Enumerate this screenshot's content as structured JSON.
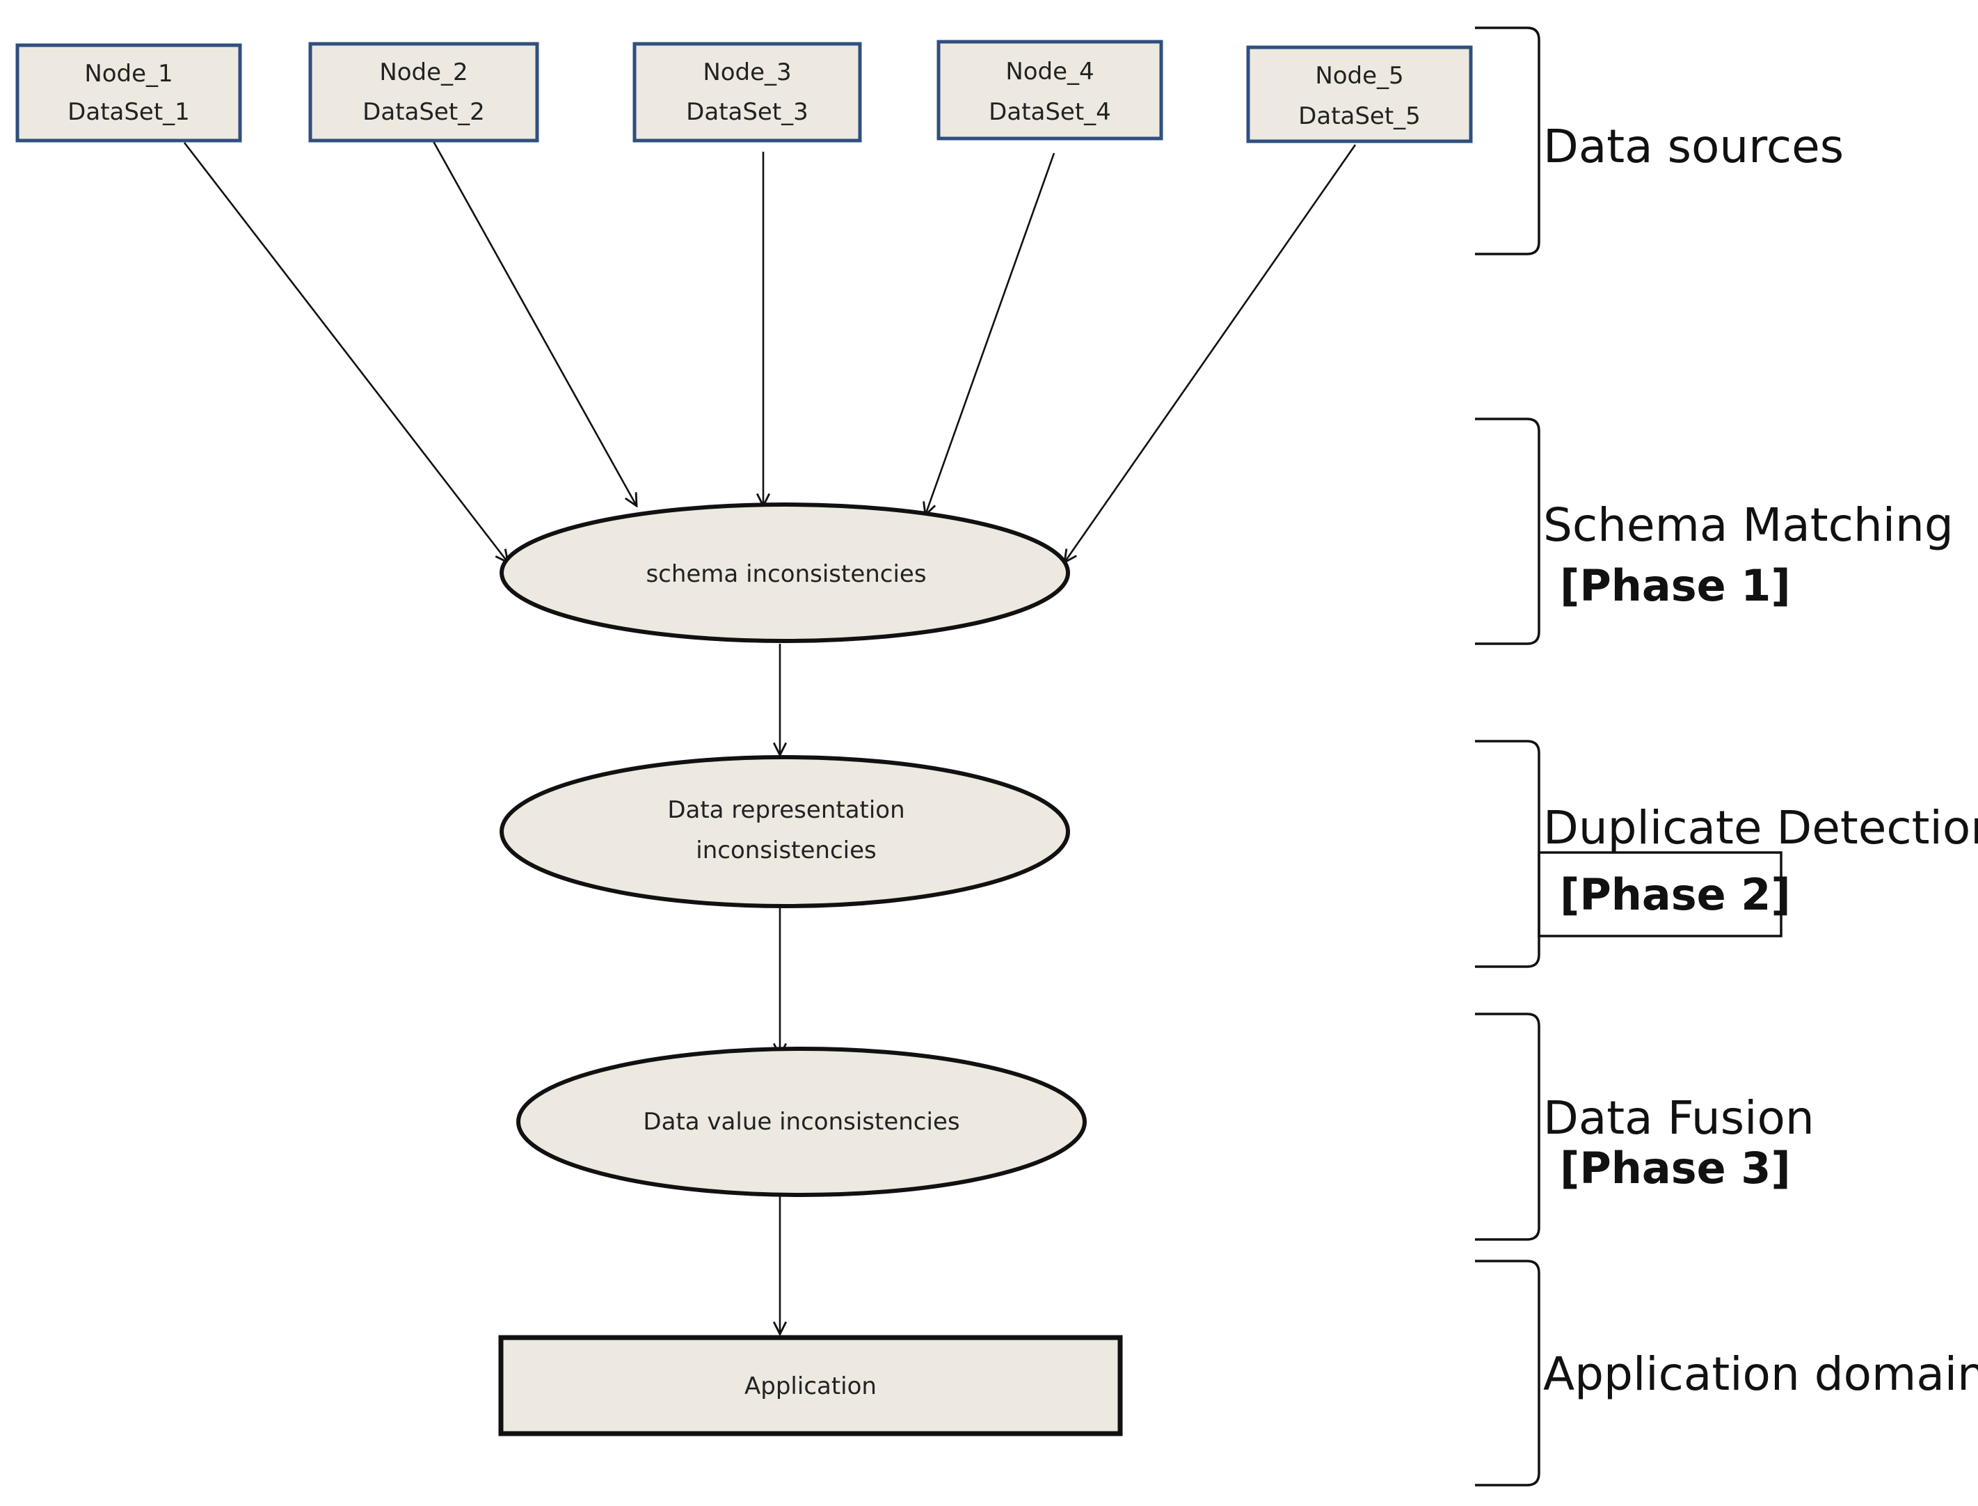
{
  "sources": [
    {
      "node": "Node_1",
      "dataset": "DataSet_1"
    },
    {
      "node": "Node_2",
      "dataset": "DataSet_2"
    },
    {
      "node": "Node_3",
      "dataset": "DataSet_3"
    },
    {
      "node": "Node_4",
      "dataset": "DataSet_4"
    },
    {
      "node": "Node_5",
      "dataset": "DataSet_5"
    }
  ],
  "processes": {
    "schema": "schema inconsistencies",
    "representation_line1": "Data representation",
    "representation_line2": "inconsistencies",
    "value": "Data value inconsistencies"
  },
  "application": "Application",
  "stages": {
    "data_sources": "Data sources",
    "schema_matching": "Schema Matching",
    "phase1": "[Phase 1]",
    "duplicate_detection": "Duplicate Detection",
    "phase2": "[Phase 2]",
    "data_fusion": "Data Fusion",
    "phase3": "[Phase 3]",
    "application_domain": "Application domain"
  },
  "colors": {
    "box_fill": "#ede9e0",
    "source_border": "#2f4f7f",
    "ellipse_fill": "#ede9e0",
    "line": "#111111"
  }
}
